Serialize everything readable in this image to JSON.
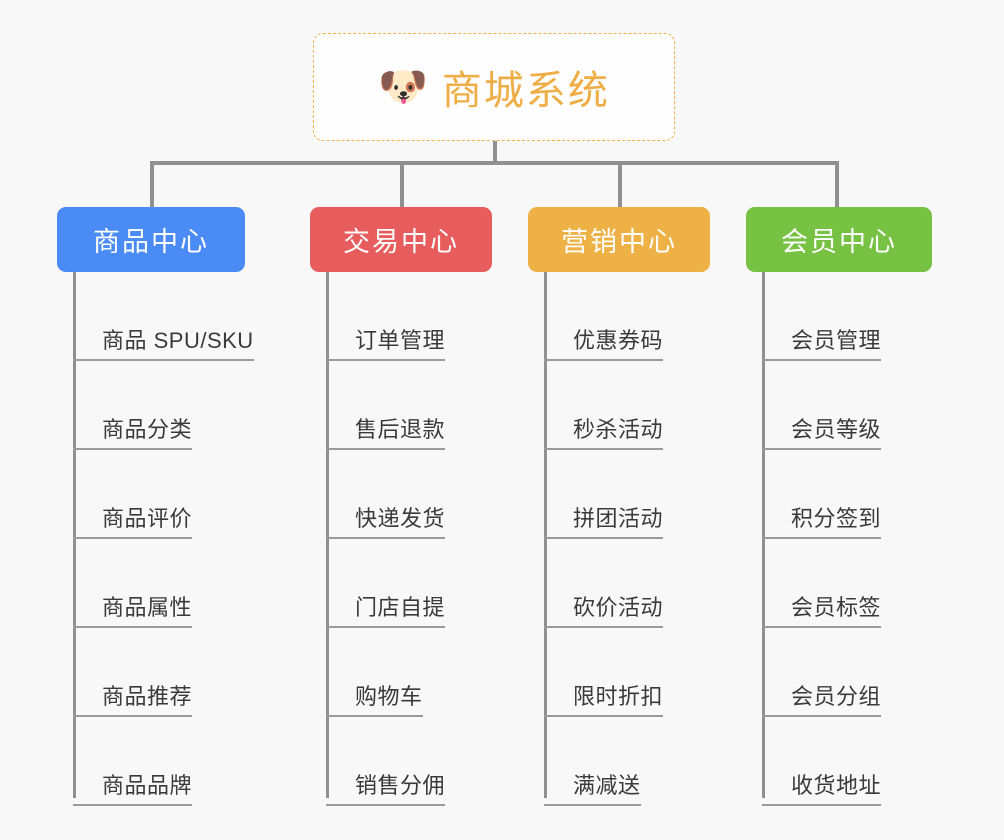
{
  "page": {
    "background_color": "#f8f8f8",
    "title": "商城系统",
    "type": "mindmap"
  },
  "root": {
    "icon": "dog-face-icon",
    "emoji": "🐶",
    "label": "商城系统",
    "text_color": "#eead45",
    "border_color": "#f0b24a",
    "background_color": "#fefefe"
  },
  "branches": [
    {
      "id": "product-center",
      "label": "商品中心",
      "color": "#4a8bf5",
      "items": [
        {
          "label": "商品 SPU/SKU"
        },
        {
          "label": "商品分类"
        },
        {
          "label": "商品评价"
        },
        {
          "label": "商品属性"
        },
        {
          "label": "商品推荐"
        },
        {
          "label": "商品品牌"
        }
      ]
    },
    {
      "id": "trade-center",
      "label": "交易中心",
      "color": "#e75c5c",
      "items": [
        {
          "label": "订单管理"
        },
        {
          "label": "售后退款"
        },
        {
          "label": "快递发货"
        },
        {
          "label": "门店自提"
        },
        {
          "label": "购物车"
        },
        {
          "label": "销售分佣"
        }
      ]
    },
    {
      "id": "marketing-center",
      "label": "营销中心",
      "color": "#eeb146",
      "items": [
        {
          "label": "优惠券码"
        },
        {
          "label": "秒杀活动"
        },
        {
          "label": "拼团活动"
        },
        {
          "label": "砍价活动"
        },
        {
          "label": "限时折扣"
        },
        {
          "label": "满减送"
        }
      ]
    },
    {
      "id": "member-center",
      "label": "会员中心",
      "color": "#77c243",
      "items": [
        {
          "label": "会员管理"
        },
        {
          "label": "会员等级"
        },
        {
          "label": "积分签到"
        },
        {
          "label": "会员标签"
        },
        {
          "label": "会员分组"
        },
        {
          "label": "收货地址"
        }
      ]
    }
  ],
  "connector": {
    "color": "#909090"
  }
}
